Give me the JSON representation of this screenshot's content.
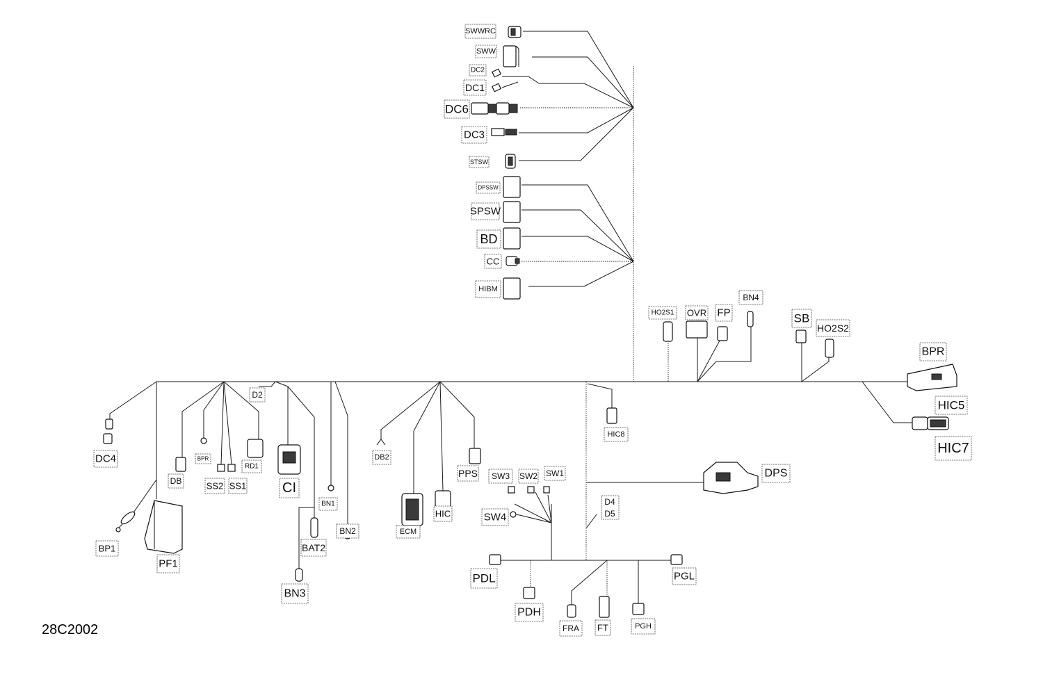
{
  "diagram_id": "28C2002",
  "labels": {
    "SWWRC": "SWWRC",
    "SWW": "SWW",
    "DC2": "DC2",
    "DC1": "DC1",
    "DC6": "DC6",
    "DC3": "DC3",
    "STSW": "STSW",
    "DPSSW": "DPSSW",
    "SPSW": "SPSW",
    "BD": "BD",
    "CC": "CC",
    "HIBM": "HIBM",
    "HO2S1": "HO2S1",
    "OVR": "OVR",
    "FP": "FP",
    "BN4": "BN4",
    "SB": "SB",
    "HO2S2": "HO2S2",
    "BPR": "BPR",
    "HIC5": "HIC5",
    "HIC7": "HIC7",
    "HIC8": "HIC8",
    "DPS": "DPS",
    "D4": "D4",
    "D5": "D5",
    "SW1": "SW1",
    "SW2": "SW2",
    "SW3": "SW3",
    "SW4": "SW4",
    "PDL": "PDL",
    "PDH": "PDH",
    "FRA": "FRA",
    "FT": "FT",
    "PGH": "PGH",
    "PGL": "PGL",
    "PPS": "PPS",
    "HIC": "HIC",
    "ECM": "ECM",
    "DB2": "DB2",
    "D2": "D2",
    "BN1": "BN1",
    "BN2": "BN2",
    "BAT2": "BAT2",
    "BN3": "BN3",
    "CI": "CI",
    "RD1": "RD1",
    "SS1": "SS1",
    "SS2": "SS2",
    "BPR_small": "BPR",
    "DB": "DB",
    "DC4": "DC4",
    "BP1": "BP1",
    "PF1": "PF1"
  }
}
